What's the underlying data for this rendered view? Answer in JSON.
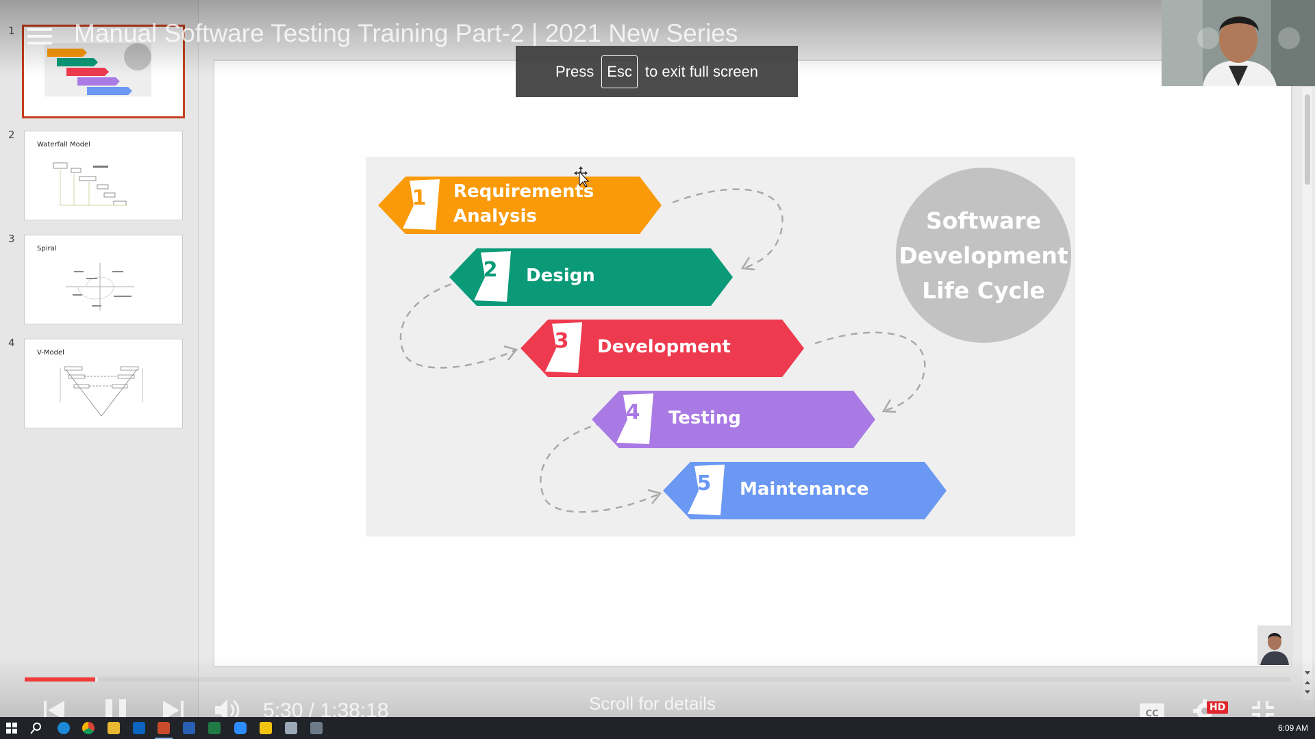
{
  "video": {
    "title": "Manual Software Testing Training Part-2 | 2021 New Series",
    "time_current": "5:30",
    "time_separator": "/",
    "time_total": "1:38:18",
    "progress_fraction": 0.056,
    "scroll_hint": "Scroll for details",
    "hd_badge": "HD",
    "icons": [
      "menu-icon",
      "previous-icon",
      "pause-icon",
      "next-icon",
      "volume-icon",
      "captions-icon",
      "settings-icon",
      "exit-fullscreen-icon",
      "chevron-down-icon"
    ]
  },
  "esc_toast": {
    "press": "Press",
    "key": "Esc",
    "rest": "to exit full screen"
  },
  "slides_panel": {
    "thumbnails": [
      {
        "number": "1",
        "title": "",
        "selected": true
      },
      {
        "number": "2",
        "title": "Waterfall Model",
        "selected": false
      },
      {
        "number": "3",
        "title": "Spiral",
        "selected": false
      },
      {
        "number": "4",
        "title": "V-Model",
        "selected": false
      }
    ]
  },
  "diagram": {
    "circle_lines": [
      "Software",
      "Development",
      "Life Cycle"
    ],
    "steps": [
      {
        "number": "1",
        "line1": "Requirements",
        "line2": "Analysis",
        "color": "#fa9a09"
      },
      {
        "number": "2",
        "line1": "Design",
        "line2": "",
        "color": "#0a9a78"
      },
      {
        "number": "3",
        "line1": "Development",
        "line2": "",
        "color": "#ee3a4f"
      },
      {
        "number": "4",
        "line1": "Testing",
        "line2": "",
        "color": "#a97ae4"
      },
      {
        "number": "5",
        "line1": "Maintenance",
        "line2": "",
        "color": "#6a98f3"
      }
    ]
  },
  "taskbar": {
    "clock": "6:09 AM",
    "apps": [
      "windows-start-icon",
      "search-icon",
      "edge-icon",
      "chrome-icon",
      "file-explorer-icon",
      "outlook-icon",
      "powerpoint-icon",
      "word-icon",
      "excel-icon",
      "zoom-icon",
      "sticky-notes-icon",
      "notepad-icon",
      "calculator-icon"
    ]
  },
  "colors": {
    "progress_played": "#f03b3b",
    "thumb_selected_border": "#c43e1c",
    "circle_fill": "#c2c2c2",
    "slide_background": "#efefef"
  }
}
